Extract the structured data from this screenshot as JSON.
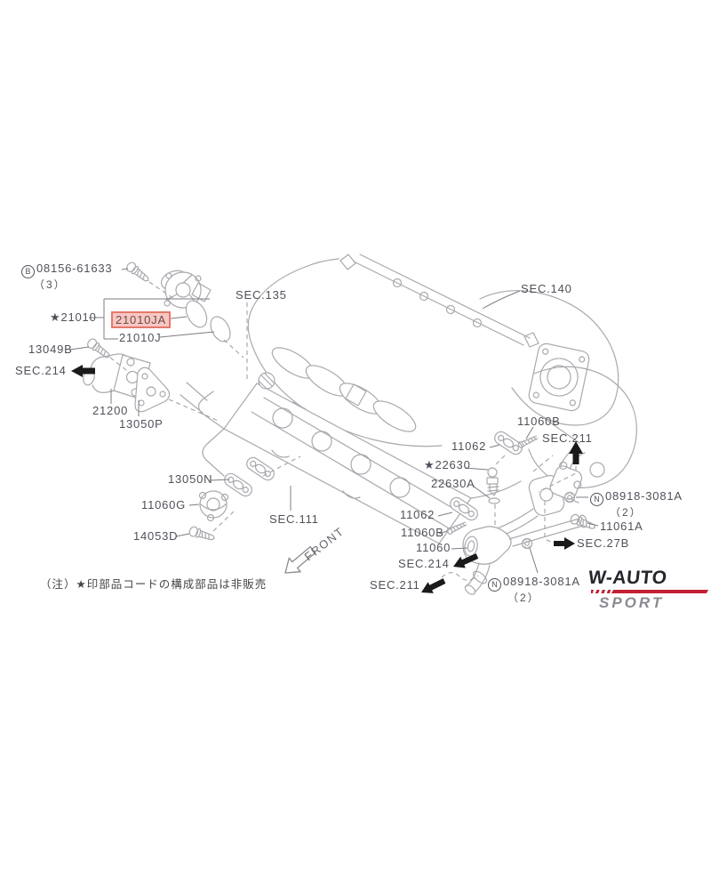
{
  "note": {
    "text": "（注）★印部品コードの構成部品は非販売"
  },
  "front_marker": {
    "label": "FRONT"
  },
  "logo": {
    "line1": "W-AUTO",
    "line2": "SPORT"
  },
  "colors": {
    "label_text": "#50505a",
    "line_art": "#a9a9af",
    "highlight_bg": "#f7c7c2",
    "highlight_border": "#e5786c",
    "arrow_black": "#1a1a1a",
    "logo_dark": "#25252d",
    "logo_red": "#c22035",
    "logo_gray": "#8a8a92"
  },
  "labels": {
    "bolt_08156": {
      "prefix": "B",
      "number": "08156-61633",
      "qty": "（3）"
    },
    "pump_21010": {
      "star": "★",
      "number": "21010"
    },
    "pump_21010ja": {
      "number": "21010JA",
      "highlighted": true
    },
    "pump_21010j": {
      "number": "21010J"
    },
    "bolt_13049b": {
      "number": "13049B"
    },
    "sec_214_top": {
      "text": "SEC.214"
    },
    "inlet_21200": {
      "number": "21200"
    },
    "gasket_13050p": {
      "number": "13050P"
    },
    "sec_135": {
      "text": "SEC.135"
    },
    "sec_140": {
      "text": "SEC.140"
    },
    "gasket_13050n": {
      "number": "13050N"
    },
    "thermostat_11060g": {
      "number": "11060G"
    },
    "bolt_14053d": {
      "number": "14053D"
    },
    "sec_111": {
      "text": "SEC.111"
    },
    "conn_11060b_right": {
      "number": "11060B"
    },
    "sec_211_right": {
      "text": "SEC.211"
    },
    "gasket_11062_right": {
      "number": "11062"
    },
    "sensor_22630": {
      "star": "★",
      "number": "22630"
    },
    "ring_22630a": {
      "number": "22630A"
    },
    "nut_08918_right": {
      "prefix": "N",
      "number": "08918-3081A",
      "qty": "（2）"
    },
    "bolt_11061a": {
      "number": "11061A"
    },
    "sec_27b": {
      "text": "SEC.27B"
    },
    "gasket_11062_bottom": {
      "number": "11062"
    },
    "conn_11060b_bottom": {
      "number": "11060B"
    },
    "outlet_11060": {
      "number": "11060"
    },
    "sec_214_bottom": {
      "text": "SEC.214"
    },
    "sec_211_bottom": {
      "text": "SEC.211"
    },
    "nut_08918_bottom": {
      "prefix": "N",
      "number": "08918-3081A",
      "qty": "（2）"
    }
  }
}
